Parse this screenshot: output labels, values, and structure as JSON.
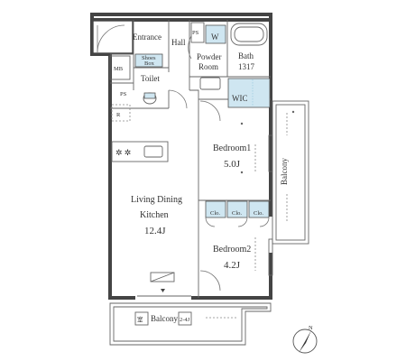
{
  "rooms": {
    "entrance": "Entrance",
    "hall": "Hall",
    "ps_top": "PS",
    "w": "W",
    "bath": "Bath",
    "bath_size": "1317",
    "powder_room_line1": "Powder",
    "powder_room_line2": "Room",
    "mb": "MB",
    "shoes_box_line1": "Shoes",
    "shoes_box_line2": "Box",
    "toilet": "Toilet",
    "ps_left": "PS",
    "r": "R",
    "wic": "WIC",
    "bedroom1": "Bedroom1",
    "bedroom1_size": "5.0J",
    "living_line1": "Living Dining",
    "living_line2": "Kitchen",
    "living_size": "12.4J",
    "clo1": "Clo.",
    "clo2": "Clo.",
    "clo3": "Clo.",
    "bedroom2": "Bedroom2",
    "bedroom2_size": "4.2J",
    "balcony_right": "Balcony",
    "balcony_bottom": "Balcony",
    "balcony_note_left": "室",
    "balcony_note_right": "2-4J"
  },
  "compass": {
    "north": "N"
  },
  "colors": {
    "wall": "#444444",
    "accent_blue": "#cfe6f1"
  }
}
